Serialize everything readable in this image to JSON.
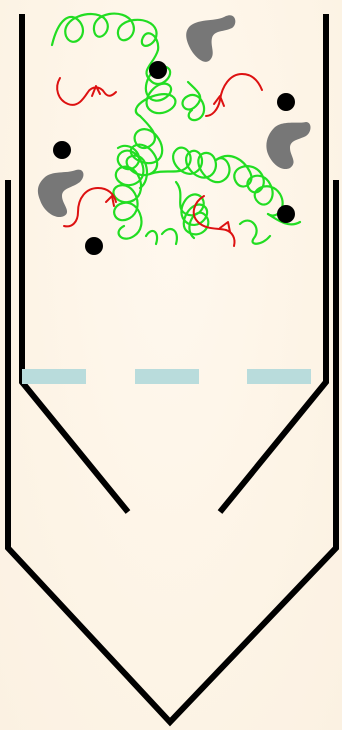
{
  "colors": {
    "background": "#fdf6ea",
    "outline": "#000000",
    "membrane": "#b9dcdc",
    "polymer_strand": "#22dd22",
    "short_strand": "#dd1111",
    "small_particle": "#000000",
    "protein_blob": "#777777"
  },
  "components": {
    "outer_tube": "outer-tube",
    "inner_insert": "inner-insert",
    "filter_membrane": "dashed-membrane",
    "green_strands": "long-polymer-strands",
    "red_strands": "short-strands",
    "black_dots": "small-particles",
    "gray_blobs": "protein-blobs"
  }
}
